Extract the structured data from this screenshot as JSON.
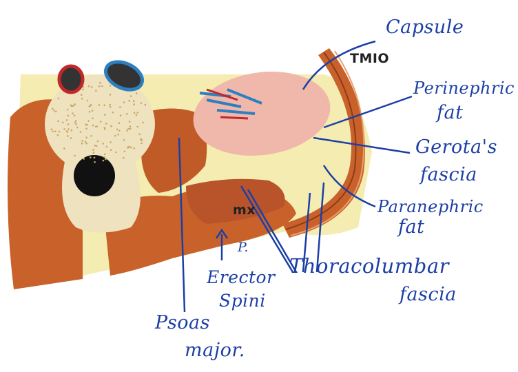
{
  "labels": {
    "capsule": "Capsule",
    "tmio_mark": "TMIO",
    "perinephric_line1": "Perinephric",
    "perinephric_line2": "fat",
    "gerota_line1": "Gerota's",
    "gerota_line2": "fascia",
    "paranephric_line1": "Paranephric",
    "paranephric_line2": "fat",
    "thoracolumbar_line1": "Thoracolumbar",
    "thoracolumbar_line2": "fascia",
    "erector_line1": "Erector",
    "erector_line2": "Spini",
    "p_mark": "P.",
    "psoas_line1": "Psoas",
    "psoas_line2": "major.",
    "mx_mark": "mx"
  },
  "colors": {
    "ink": "#1c3fa6",
    "muscle": "#c8622a",
    "muscle_dark": "#a8471f",
    "fat": "#f4ecb0",
    "bone": "#efe2bf",
    "bone_dot": "#c9a86a",
    "kidney": "#f0b8aa",
    "vessel_red": "#c0282a",
    "vessel_blue": "#2e7fc0"
  }
}
